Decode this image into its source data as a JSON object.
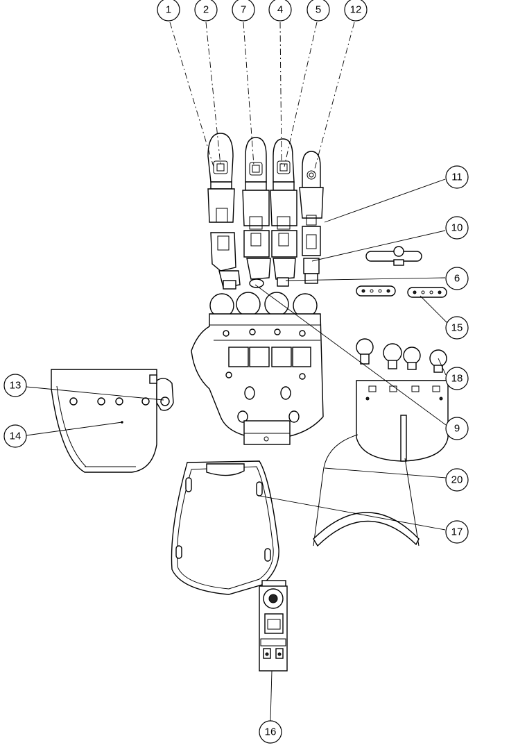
{
  "callouts": [
    {
      "id": "c1",
      "text": "1"
    },
    {
      "id": "c2",
      "text": "2"
    },
    {
      "id": "c7",
      "text": "7"
    },
    {
      "id": "c4",
      "text": "4"
    },
    {
      "id": "c5",
      "text": "5"
    },
    {
      "id": "c12",
      "text": "12"
    },
    {
      "id": "c11",
      "text": "11"
    },
    {
      "id": "c10",
      "text": "10"
    },
    {
      "id": "c6",
      "text": "6"
    },
    {
      "id": "c15",
      "text": "15"
    },
    {
      "id": "c18",
      "text": "18"
    },
    {
      "id": "c13",
      "text": "13"
    },
    {
      "id": "c14",
      "text": "14"
    },
    {
      "id": "c9",
      "text": "9"
    },
    {
      "id": "c20",
      "text": "20"
    },
    {
      "id": "c17",
      "text": "17"
    },
    {
      "id": "c16",
      "text": "16"
    }
  ]
}
